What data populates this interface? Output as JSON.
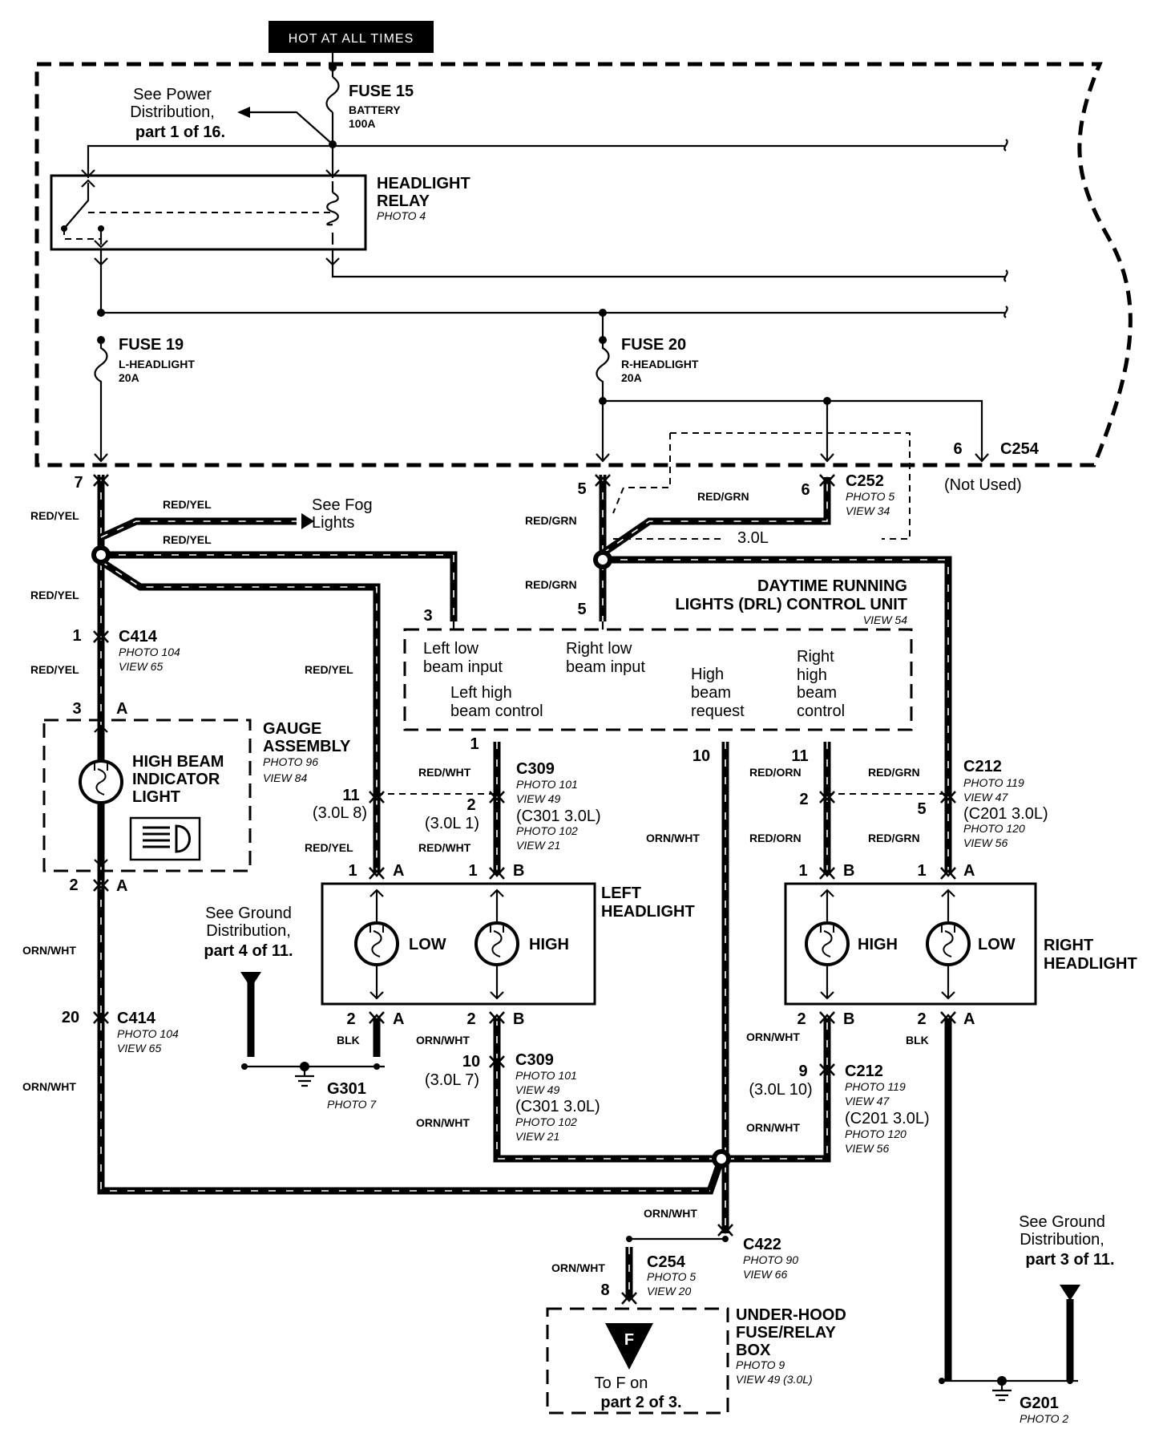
{
  "hot_label": "HOT AT ALL TIMES",
  "power_ref": {
    "line1": "See Power",
    "line2": "Distribution,",
    "line3": "part 1 of 16."
  },
  "fuse15": {
    "name": "FUSE 15",
    "desc": "BATTERY",
    "amp": "100A"
  },
  "headlight_relay": {
    "line1": "HEADLIGHT",
    "line2": "RELAY",
    "photo": "PHOTO 4"
  },
  "fuse19": {
    "name": "FUSE 19",
    "desc": "L-HEADLIGHT",
    "amp": "20A"
  },
  "fuse20": {
    "name": "FUSE 20",
    "desc": "R-HEADLIGHT",
    "amp": "20A"
  },
  "c254_top": {
    "pin": "6",
    "name": "C254",
    "note": "(Not Used)"
  },
  "c252": {
    "name": "C252",
    "photo": "PHOTO 5",
    "view": "VIEW 34",
    "pin": "6"
  },
  "pins": {
    "p7": "7",
    "p5_top": "5",
    "p3": "3",
    "p5_drl": "5",
    "p1_c414": "1",
    "p3_gauge": "3",
    "a_gauge": "A",
    "p2_gauge": "2",
    "a_gauge_b": "A",
    "p20": "20",
    "p1_drl": "1",
    "p10_drl": "10",
    "p11_drl": "11",
    "p11_c309": "11",
    "c309_note_a": "(3.0L 8)",
    "p2_c309": "2",
    "c309_note_b": "(3.0L 1)",
    "p2_c212": "2",
    "p5_c212": "5",
    "lh_p1a": "1",
    "lh_a": "A",
    "lh_p1b": "1",
    "lh_b": "B",
    "lh_p2a": "2",
    "lh_a2": "A",
    "lh_p2b": "2",
    "lh_b2": "B",
    "rh_p1b": "1",
    "rh_b": "B",
    "rh_p1a": "1",
    "rh_a": "A",
    "rh_p2b": "2",
    "rh_b2": "B",
    "rh_p2a": "2",
    "rh_a2": "A",
    "p10_c309b": "10",
    "c309b_note": "(3.0L 7)",
    "p9_c212b": "9",
    "c212b_note": "(3.0L 10)",
    "p8_c254": "8"
  },
  "wires": {
    "red_yel": "RED/YEL",
    "red_grn": "RED/GRN",
    "red_wht": "RED/WHT",
    "red_orn": "RED/ORN",
    "orn_wht": "ORN/WHT",
    "blk": "BLK"
  },
  "fog_ref": {
    "line1": "See Fog",
    "line2": "Lights"
  },
  "v30l": "3.0L",
  "drl": {
    "line1": "DAYTIME RUNNING",
    "line2": "LIGHTS (DRL) CONTROL UNIT",
    "view": "VIEW 54",
    "left_low": [
      "Left low",
      "beam input"
    ],
    "right_low": [
      "Right low",
      "beam input"
    ],
    "left_high": [
      "Left high",
      "beam control"
    ],
    "high_req": [
      "High",
      "beam",
      "request"
    ],
    "right_high": [
      "Right",
      "high",
      "beam",
      "control"
    ]
  },
  "c414": {
    "name": "C414",
    "photo": "PHOTO 104",
    "view": "VIEW 65"
  },
  "c414b": {
    "name": "C414",
    "photo": "PHOTO 104",
    "view": "VIEW 65"
  },
  "gauge": {
    "line1": "GAUGE",
    "line2": "ASSEMBLY",
    "photo": "PHOTO 96",
    "view": "VIEW 84",
    "ind1": "HIGH BEAM",
    "ind2": "INDICATOR",
    "ind3": "LIGHT"
  },
  "c309": {
    "name": "C309",
    "photo": "PHOTO 101",
    "view": "VIEW 49",
    "alt": "(C301 3.0L)",
    "alt_photo": "PHOTO 102",
    "alt_view": "VIEW 21"
  },
  "c309b": {
    "name": "C309",
    "photo": "PHOTO 101",
    "view": "VIEW 49",
    "alt": "(C301 3.0L)",
    "alt_photo": "PHOTO 102",
    "alt_view": "VIEW 21"
  },
  "c212": {
    "name": "C212",
    "photo": "PHOTO 119",
    "view": "VIEW 47",
    "alt": "(C201 3.0L)",
    "alt_photo": "PHOTO 120",
    "alt_view": "VIEW 56"
  },
  "c212b": {
    "name": "C212",
    "photo": "PHOTO 119",
    "view": "VIEW 47",
    "alt": "(C201 3.0L)",
    "alt_photo": "PHOTO 120",
    "alt_view": "VIEW 56"
  },
  "left_headlight": {
    "line1": "LEFT",
    "line2": "HEADLIGHT",
    "low": "LOW",
    "high": "HIGH"
  },
  "right_headlight": {
    "line1": "RIGHT",
    "line2": "HEADLIGHT",
    "low": "LOW",
    "high": "HIGH"
  },
  "ground_ref_left": {
    "line1": "See Ground",
    "line2": "Distribution,",
    "line3": "part 4 of 11."
  },
  "ground_ref_right": {
    "line1": "See Ground",
    "line2": "Distribution,",
    "line3": "part 3 of 11."
  },
  "g301": {
    "name": "G301",
    "photo": "PHOTO 7"
  },
  "g201": {
    "name": "G201",
    "photo": "PHOTO 2"
  },
  "c422": {
    "name": "C422",
    "photo": "PHOTO 90",
    "view": "VIEW 66"
  },
  "c254_bot": {
    "name": "C254",
    "photo": "PHOTO 5",
    "view": "VIEW 20"
  },
  "fuse_box": {
    "line1": "UNDER-HOOD",
    "line2": "FUSE/RELAY",
    "line3": "BOX",
    "photo": "PHOTO 9",
    "view": "VIEW 49 (3.0L)",
    "ref_letter": "F",
    "ref1": "To F on",
    "ref2": "part 2 of 3."
  }
}
